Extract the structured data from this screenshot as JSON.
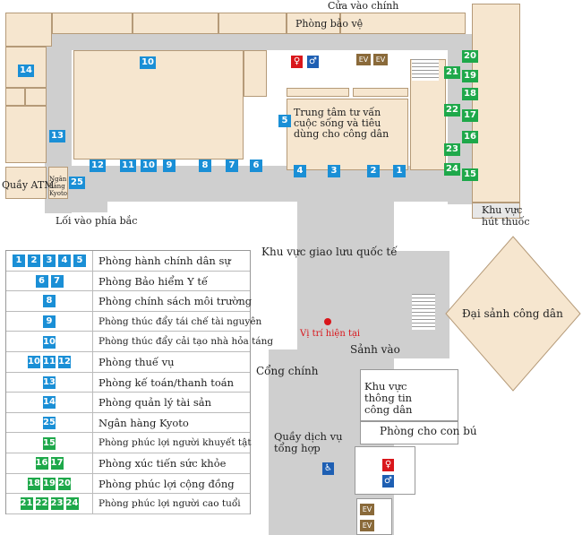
{
  "map_labels": {
    "main_entrance": "Cửa vào chính",
    "security_room": "Phòng bảo vệ",
    "consumer_center": "Trung tâm tư vấn cuộc sống và tiêu dùng cho công dân",
    "atm": "Quầy ATM",
    "kyoto_bank": "Ngân hàng Kyoto",
    "north_entrance": "Lối vào phía bắc",
    "smoking_area": "Khu vực hút thuốc",
    "international_area": "Khu vực giao lưu quốc tế",
    "citizen_hall": "Đại sảnh công dân",
    "current_location": "Vị trí hiện tại",
    "entrance_hall": "Sảnh vào",
    "main_gate": "Cổng chính",
    "info_area": "Khu vực thông tin công dân",
    "nursing_room": "Phòng cho con bú",
    "service_counter": "Quầy dịch vụ tổng hợp",
    "ev": "EV"
  },
  "room_numbers": {
    "n1": "1",
    "n2": "2",
    "n3": "3",
    "n4": "4",
    "n5": "5",
    "n6": "6",
    "n7": "7",
    "n8": "8",
    "n9": "9",
    "n10": "10",
    "n11": "11",
    "n12": "12",
    "n13": "13",
    "n14": "14",
    "n15": "15",
    "n16": "16",
    "n17": "17",
    "n18": "18",
    "n19": "19",
    "n20": "20",
    "n21": "21",
    "n22": "22",
    "n23": "23",
    "n24": "24",
    "n25": "25"
  },
  "legend": [
    {
      "badges": [
        "1",
        "2",
        "3",
        "4",
        "5"
      ],
      "color": "blue",
      "label": "Phòng hành chính dân sự"
    },
    {
      "badges": [
        "6",
        "7"
      ],
      "color": "blue",
      "label": "Phòng Bảo hiểm Y tế"
    },
    {
      "badges": [
        "8"
      ],
      "color": "blue",
      "label": "Phòng chính sách môi trường"
    },
    {
      "badges": [
        "9"
      ],
      "color": "blue",
      "label": "Phòng thúc đẩy tái chế tài nguyên"
    },
    {
      "badges": [
        "10"
      ],
      "color": "blue",
      "label": "Phòng thúc đẩy cải tạo nhà hỏa táng"
    },
    {
      "badges": [
        "10",
        "11",
        "12"
      ],
      "color": "blue",
      "label": "Phòng thuế vụ"
    },
    {
      "badges": [
        "13"
      ],
      "color": "blue",
      "label": "Phòng kế toán/thanh toán"
    },
    {
      "badges": [
        "14"
      ],
      "color": "blue",
      "label": "Phòng quản lý tài sản"
    },
    {
      "badges": [
        "25"
      ],
      "color": "blue",
      "label": "Ngân hàng Kyoto"
    },
    {
      "badges": [
        "15"
      ],
      "color": "green",
      "label": "Phòng phúc lợi người khuyết tật"
    },
    {
      "badges": [
        "16",
        "17"
      ],
      "color": "green",
      "label": "Phòng xúc tiến sức khỏe"
    },
    {
      "badges": [
        "18",
        "19",
        "20"
      ],
      "color": "green",
      "label": "Phòng phúc lợi cộng đồng"
    },
    {
      "badges": [
        "21",
        "22",
        "23",
        "24"
      ],
      "color": "green",
      "label": "Phòng phúc lợi người cao tuổi"
    }
  ]
}
